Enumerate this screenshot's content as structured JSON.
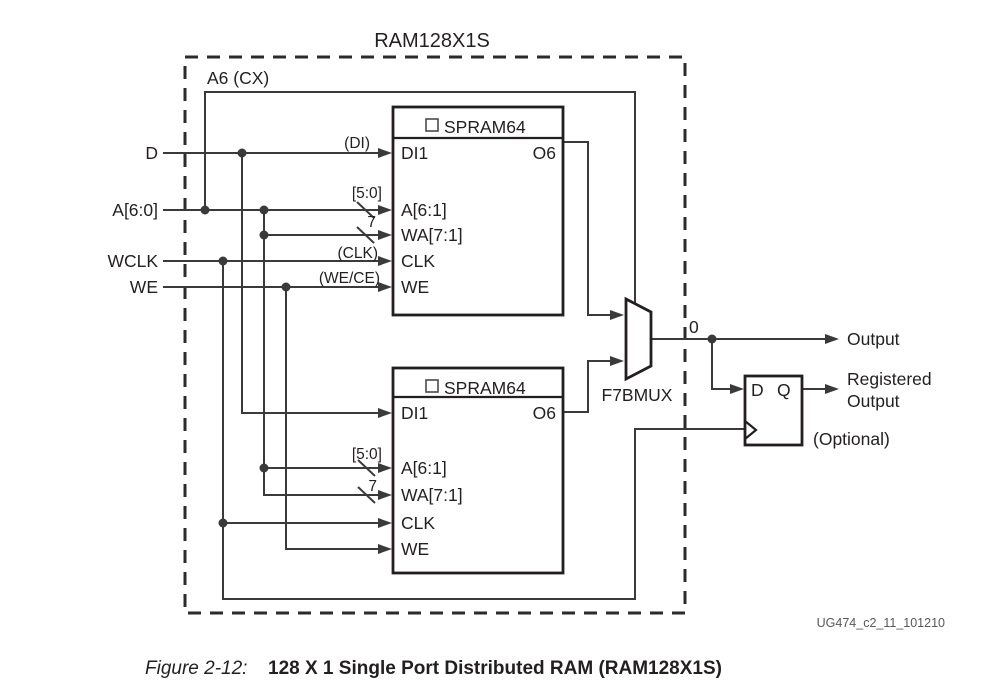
{
  "figure": {
    "title": "RAM128X1S",
    "select_line_label": "A6 (CX)",
    "left_inputs": [
      {
        "label": "D"
      },
      {
        "label": "A[6:0]"
      },
      {
        "label": "WCLK"
      },
      {
        "label": "WE"
      }
    ],
    "wire_annotations": {
      "di": "(DI)",
      "a_bus_width": "[5:0]",
      "wa_bus_width": "7",
      "clk": "(CLK)",
      "we": "(WE/CE)",
      "a_bus_width_lower": "[5:0]",
      "wa_bus_width_lower": "7"
    },
    "spram_blocks": [
      {
        "header": "SPRAM64",
        "pins": [
          "DI1",
          "A[6:1]",
          "WA[7:1]",
          "CLK",
          "WE"
        ],
        "output_pin": "O6"
      },
      {
        "header": "SPRAM64",
        "pins": [
          "DI1",
          "A[6:1]",
          "WA[7:1]",
          "CLK",
          "WE"
        ],
        "output_pin": "O6"
      }
    ],
    "mux": {
      "label": "F7BMUX",
      "output_tag": "0"
    },
    "flipflop": {
      "d_label": "D",
      "q_label": "Q",
      "note": "(Optional)"
    },
    "outputs": {
      "combinational": "Output",
      "registered_line1": "Registered",
      "registered_line2": "Output"
    },
    "watermark": "UG474_c2_11_101210"
  },
  "caption": {
    "prefix": "Figure 2-12:",
    "text": "128 X 1 Single Port Distributed RAM (RAM128X1S)"
  },
  "colors": {
    "wire": "#3a3a3c",
    "block_border": "#231f20",
    "text": "#231f20",
    "watermark": "#58585b",
    "background": "#ffffff"
  }
}
